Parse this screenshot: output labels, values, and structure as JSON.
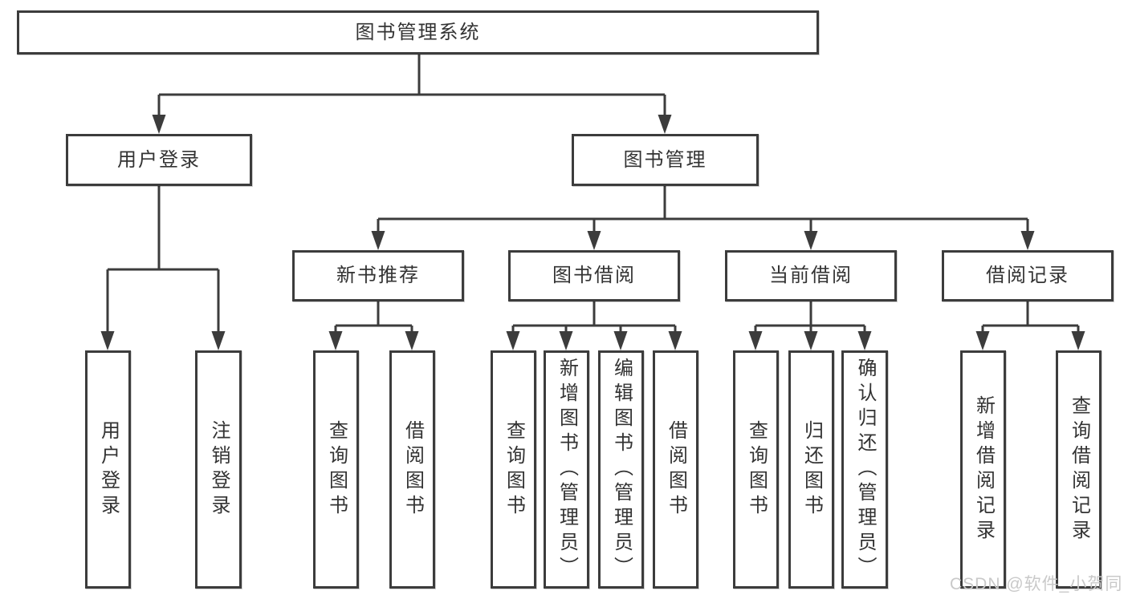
{
  "tree": {
    "label": "图书管理系统",
    "children": [
      {
        "label": "用户登录",
        "children": [
          {
            "label": "用户登录"
          },
          {
            "label": "注销登录"
          }
        ]
      },
      {
        "label": "图书管理",
        "children": [
          {
            "label": "新书推荐",
            "children": [
              {
                "label": "查询图书"
              },
              {
                "label": "借阅图书"
              }
            ]
          },
          {
            "label": "图书借阅",
            "children": [
              {
                "label": "查询图书"
              },
              {
                "label": "新增图书（管理员）"
              },
              {
                "label": "编辑图书（管理员）"
              },
              {
                "label": "借阅图书"
              }
            ]
          },
          {
            "label": "当前借阅",
            "children": [
              {
                "label": "查询图书"
              },
              {
                "label": "归还图书"
              },
              {
                "label": "确认归还（管理员）"
              }
            ]
          },
          {
            "label": "借阅记录",
            "children": [
              {
                "label": "新增借阅记录"
              },
              {
                "label": "查询借阅记录"
              }
            ]
          }
        ]
      }
    ]
  },
  "watermark": {
    "text": "CSDN @软件_小贺同学"
  },
  "colors": {
    "line": "#3c3c3c",
    "border": "#3c3c3c",
    "text": "#333333",
    "background": "#ffffff",
    "watermark": "#c9c9c9"
  }
}
